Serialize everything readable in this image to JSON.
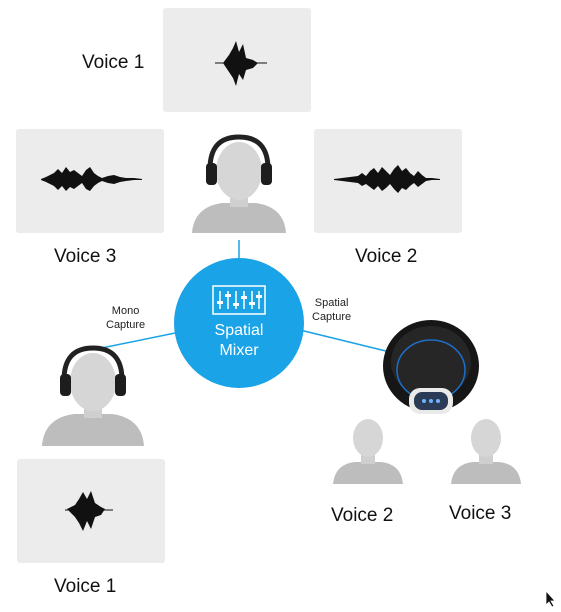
{
  "labels": {
    "top_voice1": "Voice 1",
    "left_voice3": "Voice 3",
    "right_voice2": "Voice 2",
    "bottom_voice1": "Voice 1",
    "speaker_voice2": "Voice 2",
    "speaker_voice3": "Voice 3"
  },
  "mixer": {
    "line1": "Spatial",
    "line2": "Mixer"
  },
  "mono_capture": {
    "line1": "Mono",
    "line2": "Capture"
  },
  "spatial_capture": {
    "line1": "Spatial",
    "line2": "Capture"
  },
  "colors": {
    "mixer": "#1aa3e6",
    "panel": "#ececec",
    "waveform": "#111111"
  },
  "icons": [
    "mixer-sliders-icon",
    "headphones-icon",
    "mannequin-icon",
    "speakerphone-device-icon",
    "mouse-cursor-icon"
  ]
}
